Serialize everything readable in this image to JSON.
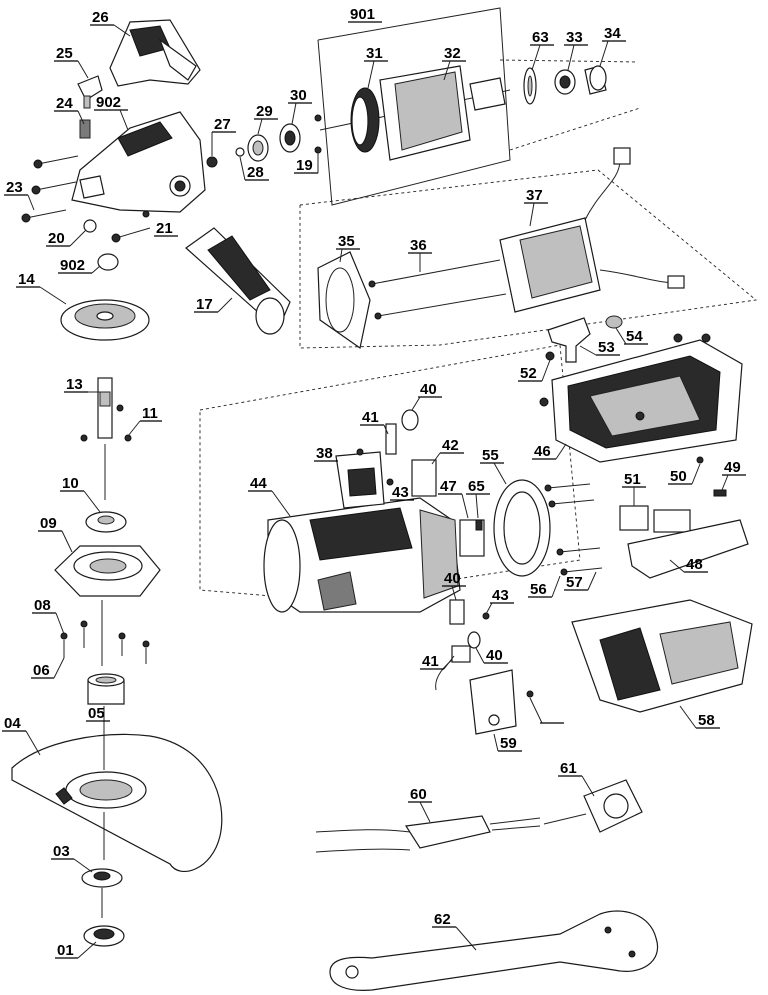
{
  "diagram": {
    "callouts": {
      "p01": "01",
      "p03": "03",
      "p04": "04",
      "p05": "05",
      "p06": "06",
      "p08": "08",
      "p09": "09",
      "p10": "10",
      "p11": "11",
      "p13": "13",
      "p14": "14",
      "p17": "17",
      "p19": "19",
      "p20": "20",
      "p21": "21",
      "p23": "23",
      "p24": "24",
      "p25": "25",
      "p26": "26",
      "p27": "27",
      "p28": "28",
      "p29": "29",
      "p30": "30",
      "p31": "31",
      "p32": "32",
      "p33": "33",
      "p34": "34",
      "p35": "35",
      "p36": "36",
      "p37": "37",
      "p38": "38",
      "p40a": "40",
      "p40b": "40",
      "p40c": "40",
      "p41a": "41",
      "p41b": "41",
      "p42": "42",
      "p43a": "43",
      "p43b": "43",
      "p44": "44",
      "p46": "46",
      "p47": "47",
      "p48": "48",
      "p49": "49",
      "p50": "50",
      "p51": "51",
      "p52": "52",
      "p53": "53",
      "p54": "54",
      "p55": "55",
      "p56": "56",
      "p57": "57",
      "p58": "58",
      "p59": "59",
      "p60": "60",
      "p61": "61",
      "p62": "62",
      "p63": "63",
      "p65": "65",
      "p901": "901",
      "p902a": "902",
      "p902b": "902"
    },
    "colors": {
      "line": "#1a1a1a",
      "background": "#ffffff"
    }
  }
}
